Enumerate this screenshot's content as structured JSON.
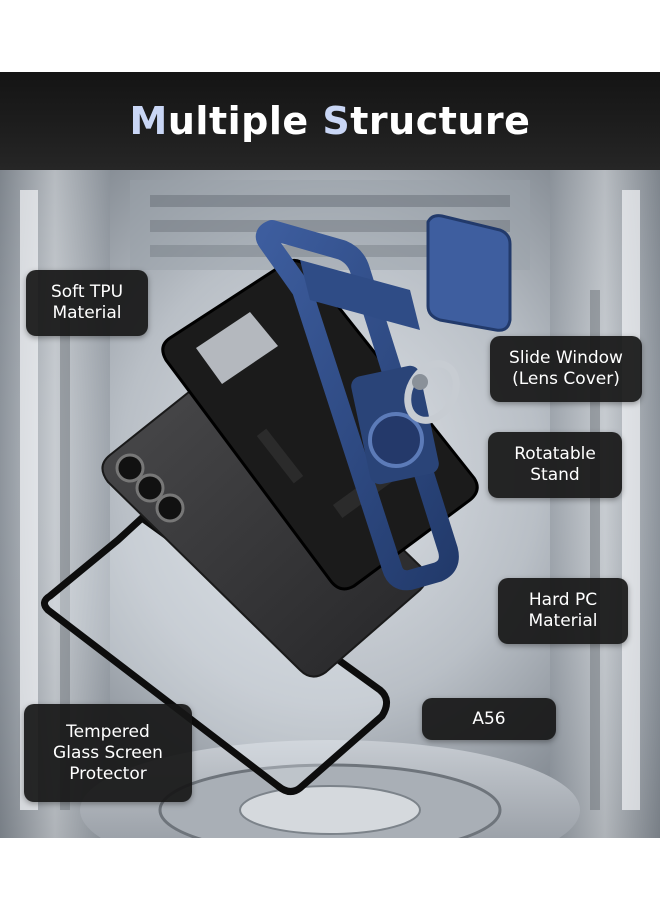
{
  "header": {
    "title_m": "M",
    "title_rest1": "ultiple ",
    "title_s": "S",
    "title_rest2": "tructure"
  },
  "labels": {
    "soft_tpu": "Soft TPU\nMaterial",
    "slide_window": "Slide Window\n(Lens Cover)",
    "rotatable_stand": "Rotatable\nStand",
    "hard_pc": "Hard PC\nMaterial",
    "model": "A56",
    "tempered_glass": "Tempered\nGlass Screen\nProtector"
  },
  "colors": {
    "header_bg": "#1a1a1a",
    "title_accent": "#c9d6f5",
    "case_blue": "#2f4c86",
    "tpu_black": "#1b1b1b",
    "label_bg": "#161616"
  }
}
